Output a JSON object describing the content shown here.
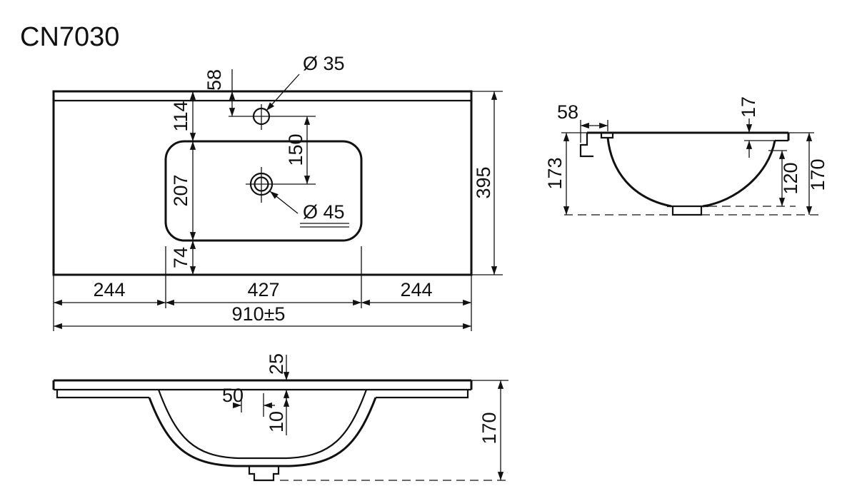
{
  "title": "CN7030",
  "colors": {
    "line": "#111111",
    "background": "#ffffff"
  },
  "top_view": {
    "dims": {
      "faucet_from_back": "58",
      "faucet_hole_diameter": "Ø 35",
      "back_to_bowl": "114",
      "faucet_to_drain": "150",
      "bowl_length": "207",
      "drain_diameter": "Ø 45",
      "bowl_to_front": "74",
      "left_span": "244",
      "center_span": "427",
      "right_span": "244",
      "overall_width": "910±5",
      "overall_depth": "395"
    }
  },
  "side_view": {
    "dims": {
      "faucet_from_back": "58",
      "front_lip_height": "17",
      "back_height": "173",
      "bowl_inner_depth": "120",
      "overall_height": "170"
    }
  },
  "front_view": {
    "dims": {
      "rim_height": "25",
      "drain_width": "50",
      "lip_height": "10",
      "overall_height": "170"
    }
  }
}
